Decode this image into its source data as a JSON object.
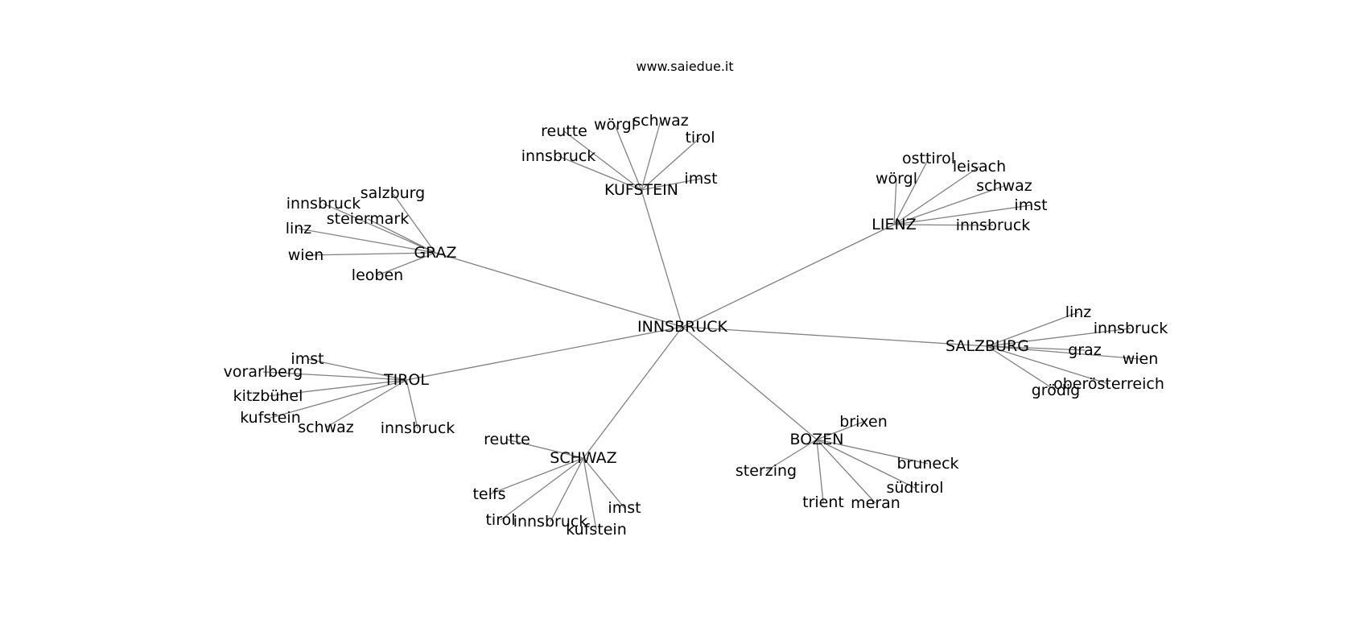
{
  "title": "www.saiedue.it",
  "colors": {
    "edge": "#808080",
    "text": "#000000",
    "background": "#ffffff"
  },
  "graph": {
    "root": "INNSBRUCK",
    "hubs": [
      {
        "name": "KUFSTEIN",
        "leaves": [
          "reutte",
          "wörgl",
          "schwaz",
          "tirol",
          "innsbruck",
          "imst"
        ]
      },
      {
        "name": "LIENZ",
        "leaves": [
          "osttirol",
          "leisach",
          "wörgl",
          "schwaz",
          "imst",
          "innsbruck"
        ]
      },
      {
        "name": "GRAZ",
        "leaves": [
          "salzburg",
          "innsbruck",
          "steiermark",
          "linz",
          "wien",
          "leoben"
        ]
      },
      {
        "name": "SALZBURG",
        "leaves": [
          "linz",
          "innsbruck",
          "graz",
          "wien",
          "oberösterreich",
          "grödig"
        ]
      },
      {
        "name": "TIROL",
        "leaves": [
          "imst",
          "vorarlberg",
          "kitzbühel",
          "kufstein",
          "schwaz",
          "innsbruck"
        ]
      },
      {
        "name": "SCHWAZ",
        "leaves": [
          "reutte",
          "telfs",
          "tirol",
          "innsbruck",
          "kufstein",
          "imst"
        ]
      },
      {
        "name": "BOZEN",
        "leaves": [
          "brixen",
          "sterzing",
          "bruneck",
          "südtirol",
          "trient",
          "meran"
        ]
      }
    ]
  }
}
